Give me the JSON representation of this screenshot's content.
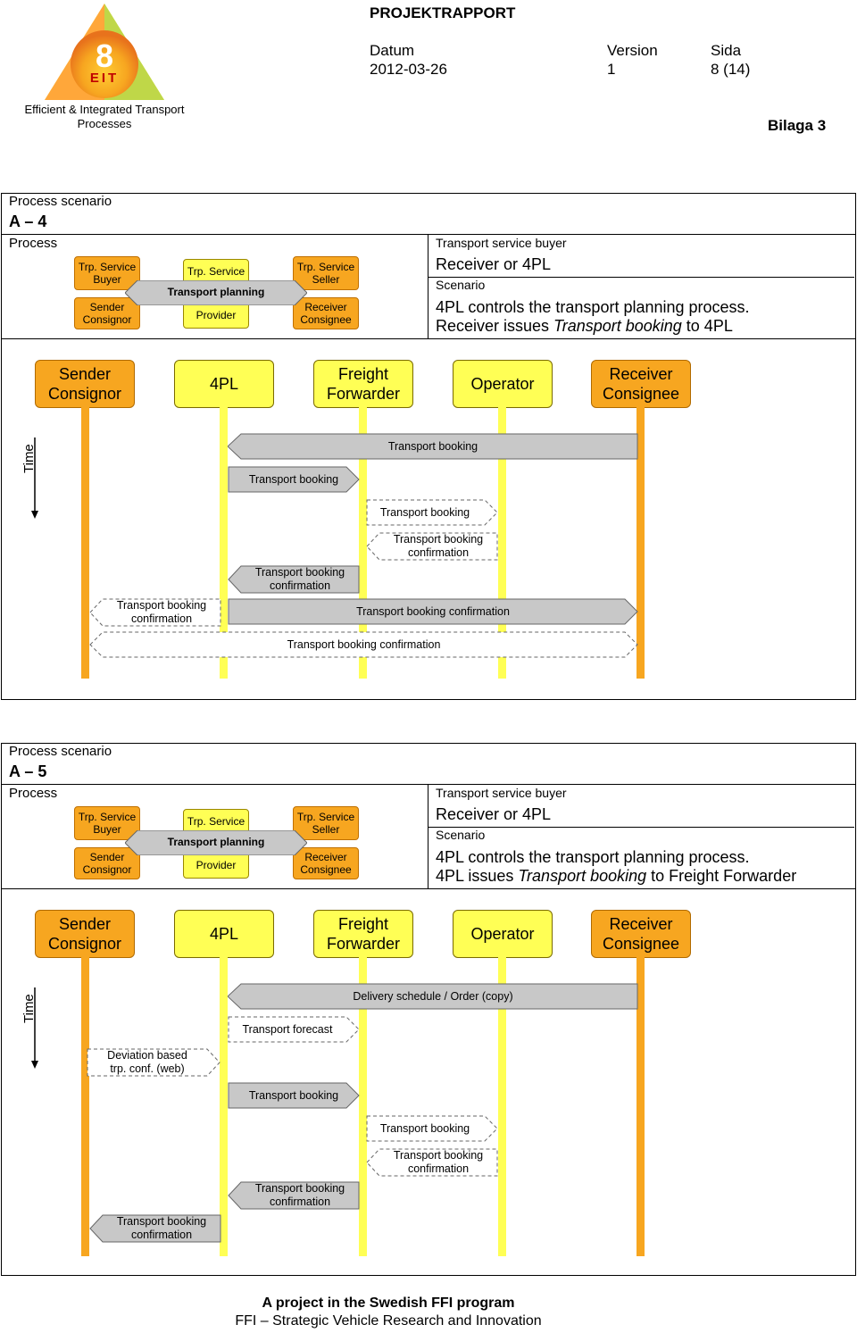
{
  "logo": {
    "number": "8",
    "letters": "EIT",
    "caption": "Efficient & Integrated Transport Processes"
  },
  "header": {
    "title": "PROJEKTRAPPORT",
    "datum_label": "Datum",
    "datum_value": "2012-03-26",
    "version_label": "Version",
    "version_value": "1",
    "sida_label": "Sida",
    "sida_value": "8 (14)",
    "bilaga": "Bilaga 3"
  },
  "mini": {
    "trp_service_buyer": "Trp. Service Buyer",
    "trp_service": "Trp. Service",
    "trp_service_seller": "Trp. Service Seller",
    "transport_planning": "Transport planning",
    "sender_consignor": "Sender Consignor",
    "provider": "Provider",
    "receiver_consignee": "Receiver Consignee"
  },
  "actors": [
    "Sender Consignor",
    "4PL",
    "Freight Forwarder",
    "Operator",
    "Receiver Consignee"
  ],
  "time_label": "Time",
  "scenarios": [
    {
      "label": "Process scenario",
      "id": "A – 4",
      "process_label": "Process",
      "buyer_label": "Transport service buyer",
      "buyer_value": "Receiver or 4PL",
      "scenario_label": "Scenario",
      "desc_line1": "4PL controls the transport planning process.",
      "desc_line2_pre": "Receiver issues ",
      "desc_line2_italic": "Transport booking",
      "desc_line2_post": " to 4PL",
      "messages": [
        "Transport booking",
        "Transport booking",
        "Transport booking",
        "Transport booking confirmation",
        "Transport booking confirmation",
        "Transport booking confirmation",
        "Transport booking confirmation",
        "Transport booking confirmation"
      ]
    },
    {
      "label": "Process scenario",
      "id": "A – 5",
      "process_label": "Process",
      "buyer_label": "Transport service buyer",
      "buyer_value": "Receiver or 4PL",
      "scenario_label": "Scenario",
      "desc_line1": "4PL controls the transport planning process.",
      "desc_line2_pre": "4PL issues ",
      "desc_line2_italic": "Transport booking",
      "desc_line2_post": " to Freight Forwarder",
      "messages": [
        "Delivery schedule / Order (copy)",
        "Transport forecast",
        "Deviation based trp. conf. (web)",
        "Transport booking",
        "Transport booking",
        "Transport booking confirmation",
        "Transport booking confirmation",
        "Transport booking confirmation"
      ]
    }
  ],
  "footer": {
    "line1": "A project in the Swedish FFI program",
    "line2": "FFI – Strategic Vehicle Research and Innovation"
  }
}
